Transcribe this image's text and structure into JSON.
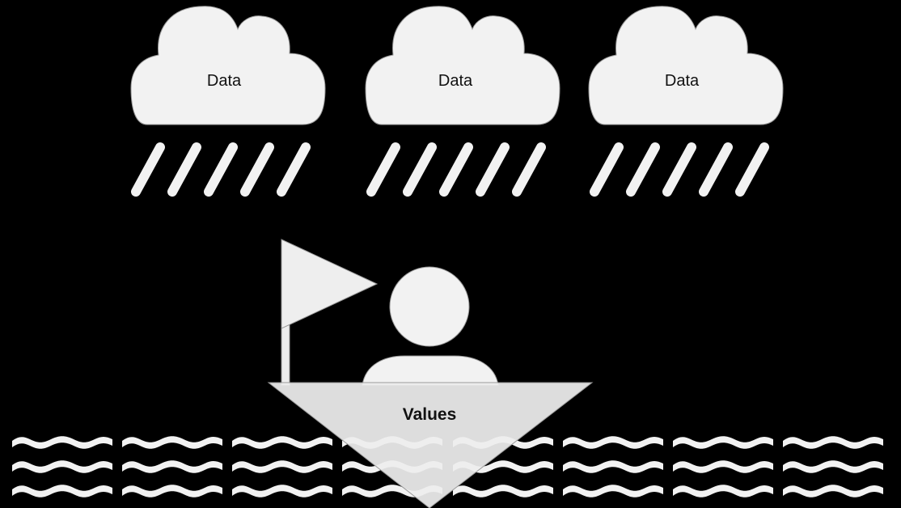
{
  "clouds": [
    {
      "label": "Data"
    },
    {
      "label": "Data"
    },
    {
      "label": "Data"
    }
  ],
  "boat": {
    "label": "Values"
  },
  "colors": {
    "background": "#000000",
    "shape_fill": "#f2f2f2",
    "boat_fill": "#eeeeee",
    "outline": "#999999",
    "text": "#111111"
  },
  "icons": {
    "cloud": "rain-cloud-icon",
    "rain": "rain-drops-icon",
    "person": "person-icon",
    "flag": "flag-icon",
    "boat": "boat-icon",
    "waves": "waves-icon"
  }
}
